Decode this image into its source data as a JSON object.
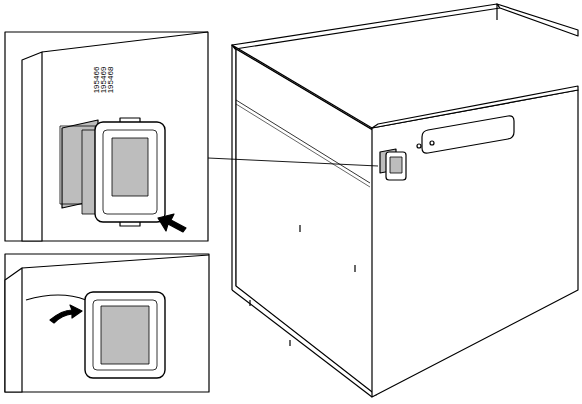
{
  "diagram": {
    "labels": [
      "195466",
      "195469",
      "195468"
    ]
  }
}
